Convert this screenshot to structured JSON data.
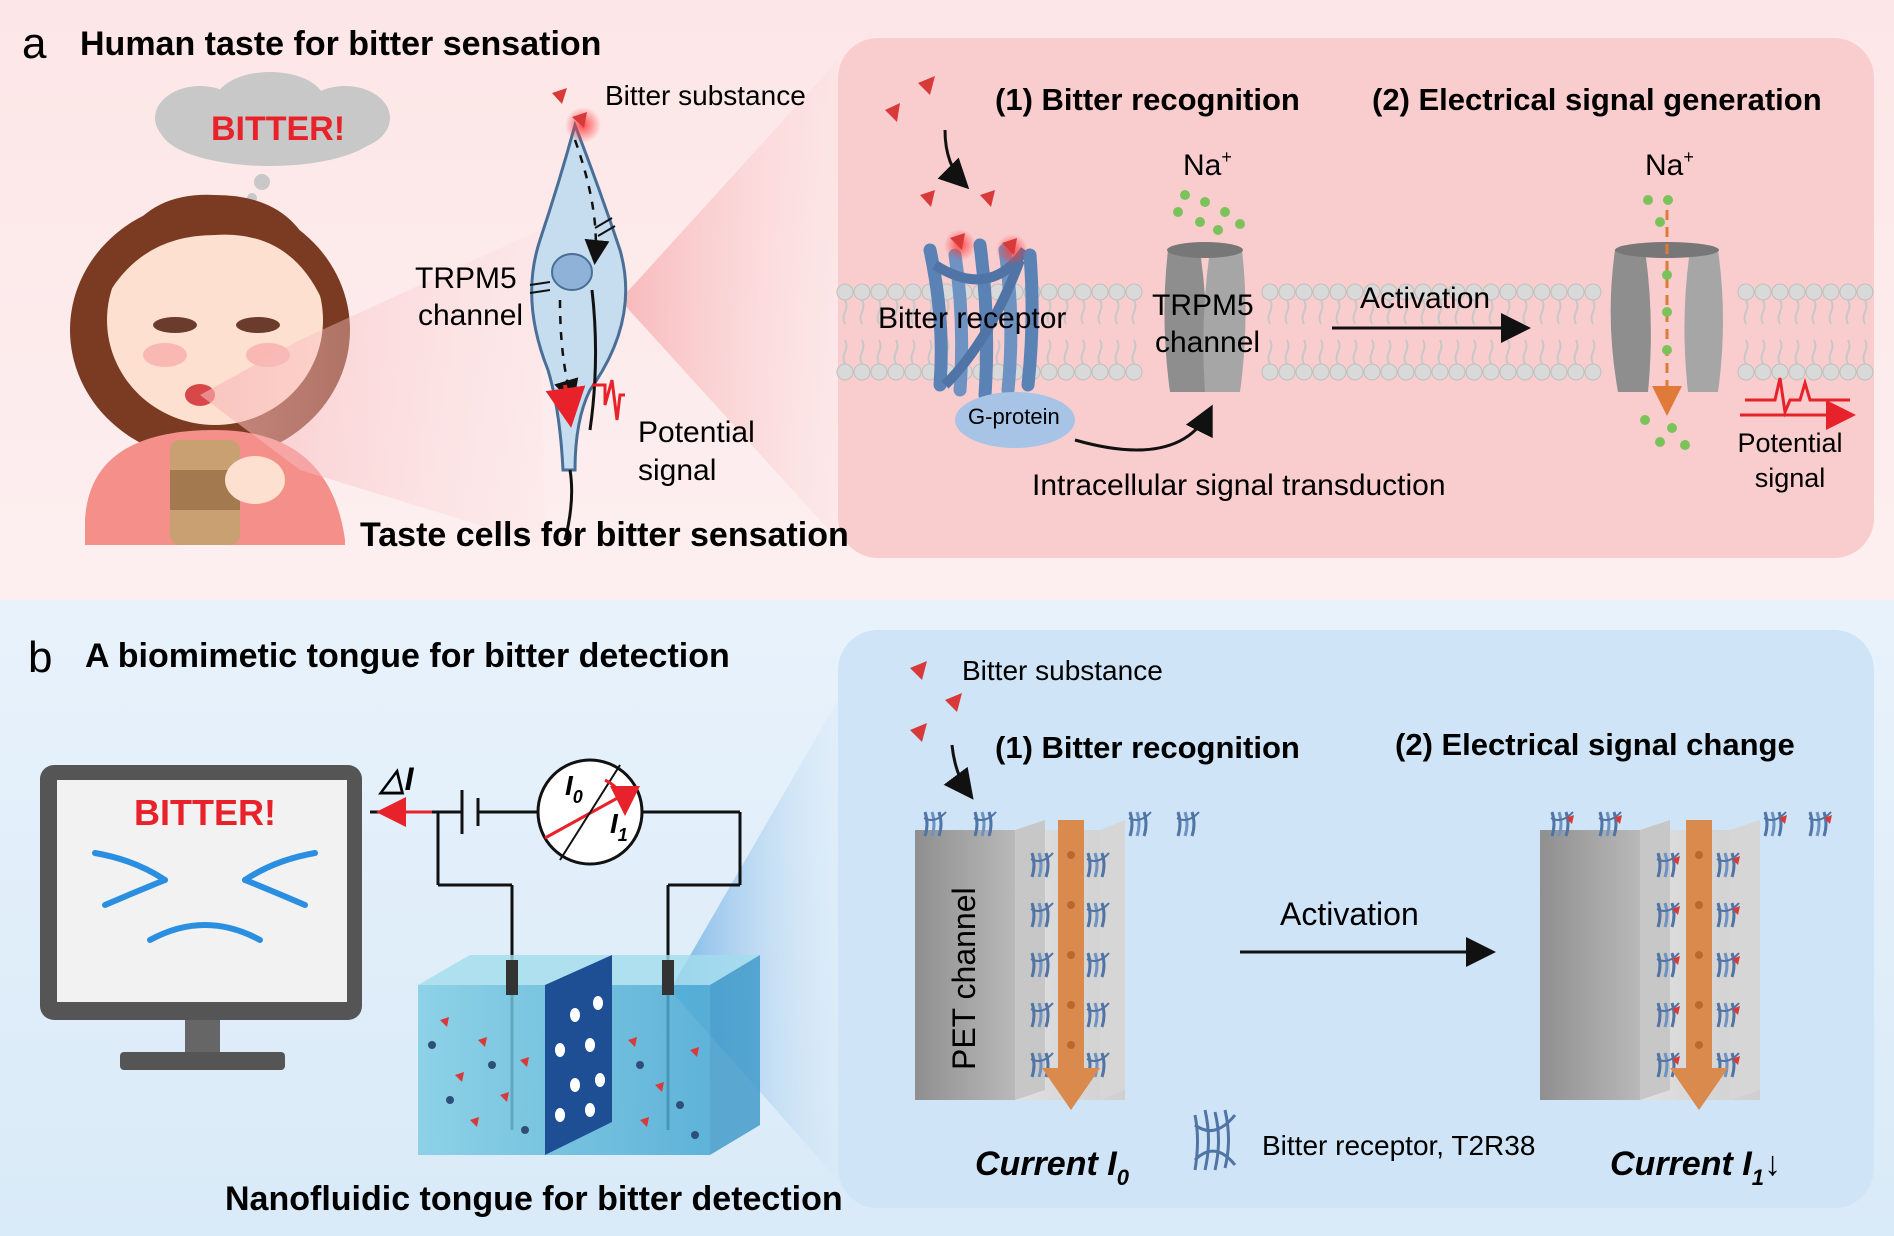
{
  "colors": {
    "panel_a_bg": "#fde3e4",
    "panel_a_inset": "#f9c9ca",
    "panel_b_bg": "#e2effa",
    "panel_b_inset": "#cfe4f6",
    "bitter_red": "#e8222a",
    "receptor_blue": "#5b82b4",
    "channel_gray": "#8e8e8e",
    "sodium_green": "#7cc25b",
    "current_orange": "#d98a4c",
    "text_dark": "#111111"
  },
  "panel_a": {
    "letter": "a",
    "title": "Human taste for bitter sensation",
    "bubble_text": "BITTER!",
    "bitter_substance": "Bitter substance",
    "trpm5_line1": "TRPM5",
    "trpm5_line2": "channel",
    "potential_line1": "Potential",
    "potential_line2": "signal",
    "caption": "Taste cells for bitter sensation",
    "step1": "(1) Bitter recognition",
    "step2": "(2) Electrical signal generation",
    "na_label_1": "Na",
    "na_label_2": "Na",
    "na_sup": "+",
    "bitter_receptor": "Bitter receptor",
    "trpm5_ch_line1": "TRPM5",
    "trpm5_ch_line2": "channel",
    "activation": "Activation",
    "gprotein": "G-protein",
    "intracellular": "Intracellular signal transduction",
    "potential2_line1": "Potential",
    "potential2_line2": "signal"
  },
  "panel_b": {
    "letter": "b",
    "title": "A biomimetic tongue for bitter detection",
    "monitor_text": "BITTER!",
    "delta_i": "△I",
    "i0": "I",
    "i0_sub": "0",
    "i1": "I",
    "i1_sub": "1",
    "caption": "Nanofluidic tongue for bitter detection",
    "bitter_substance": "Bitter substance",
    "step1": "(1) Bitter recognition",
    "step2": "(2) Electrical signal change",
    "pet_channel": "PET channel",
    "activation": "Activation",
    "current0": "Current I",
    "current0_sub": "0",
    "legend_receptor": "Bitter receptor, T2R38",
    "current1": "Current I",
    "current1_sub": "1",
    "current1_arrow": "↓"
  }
}
